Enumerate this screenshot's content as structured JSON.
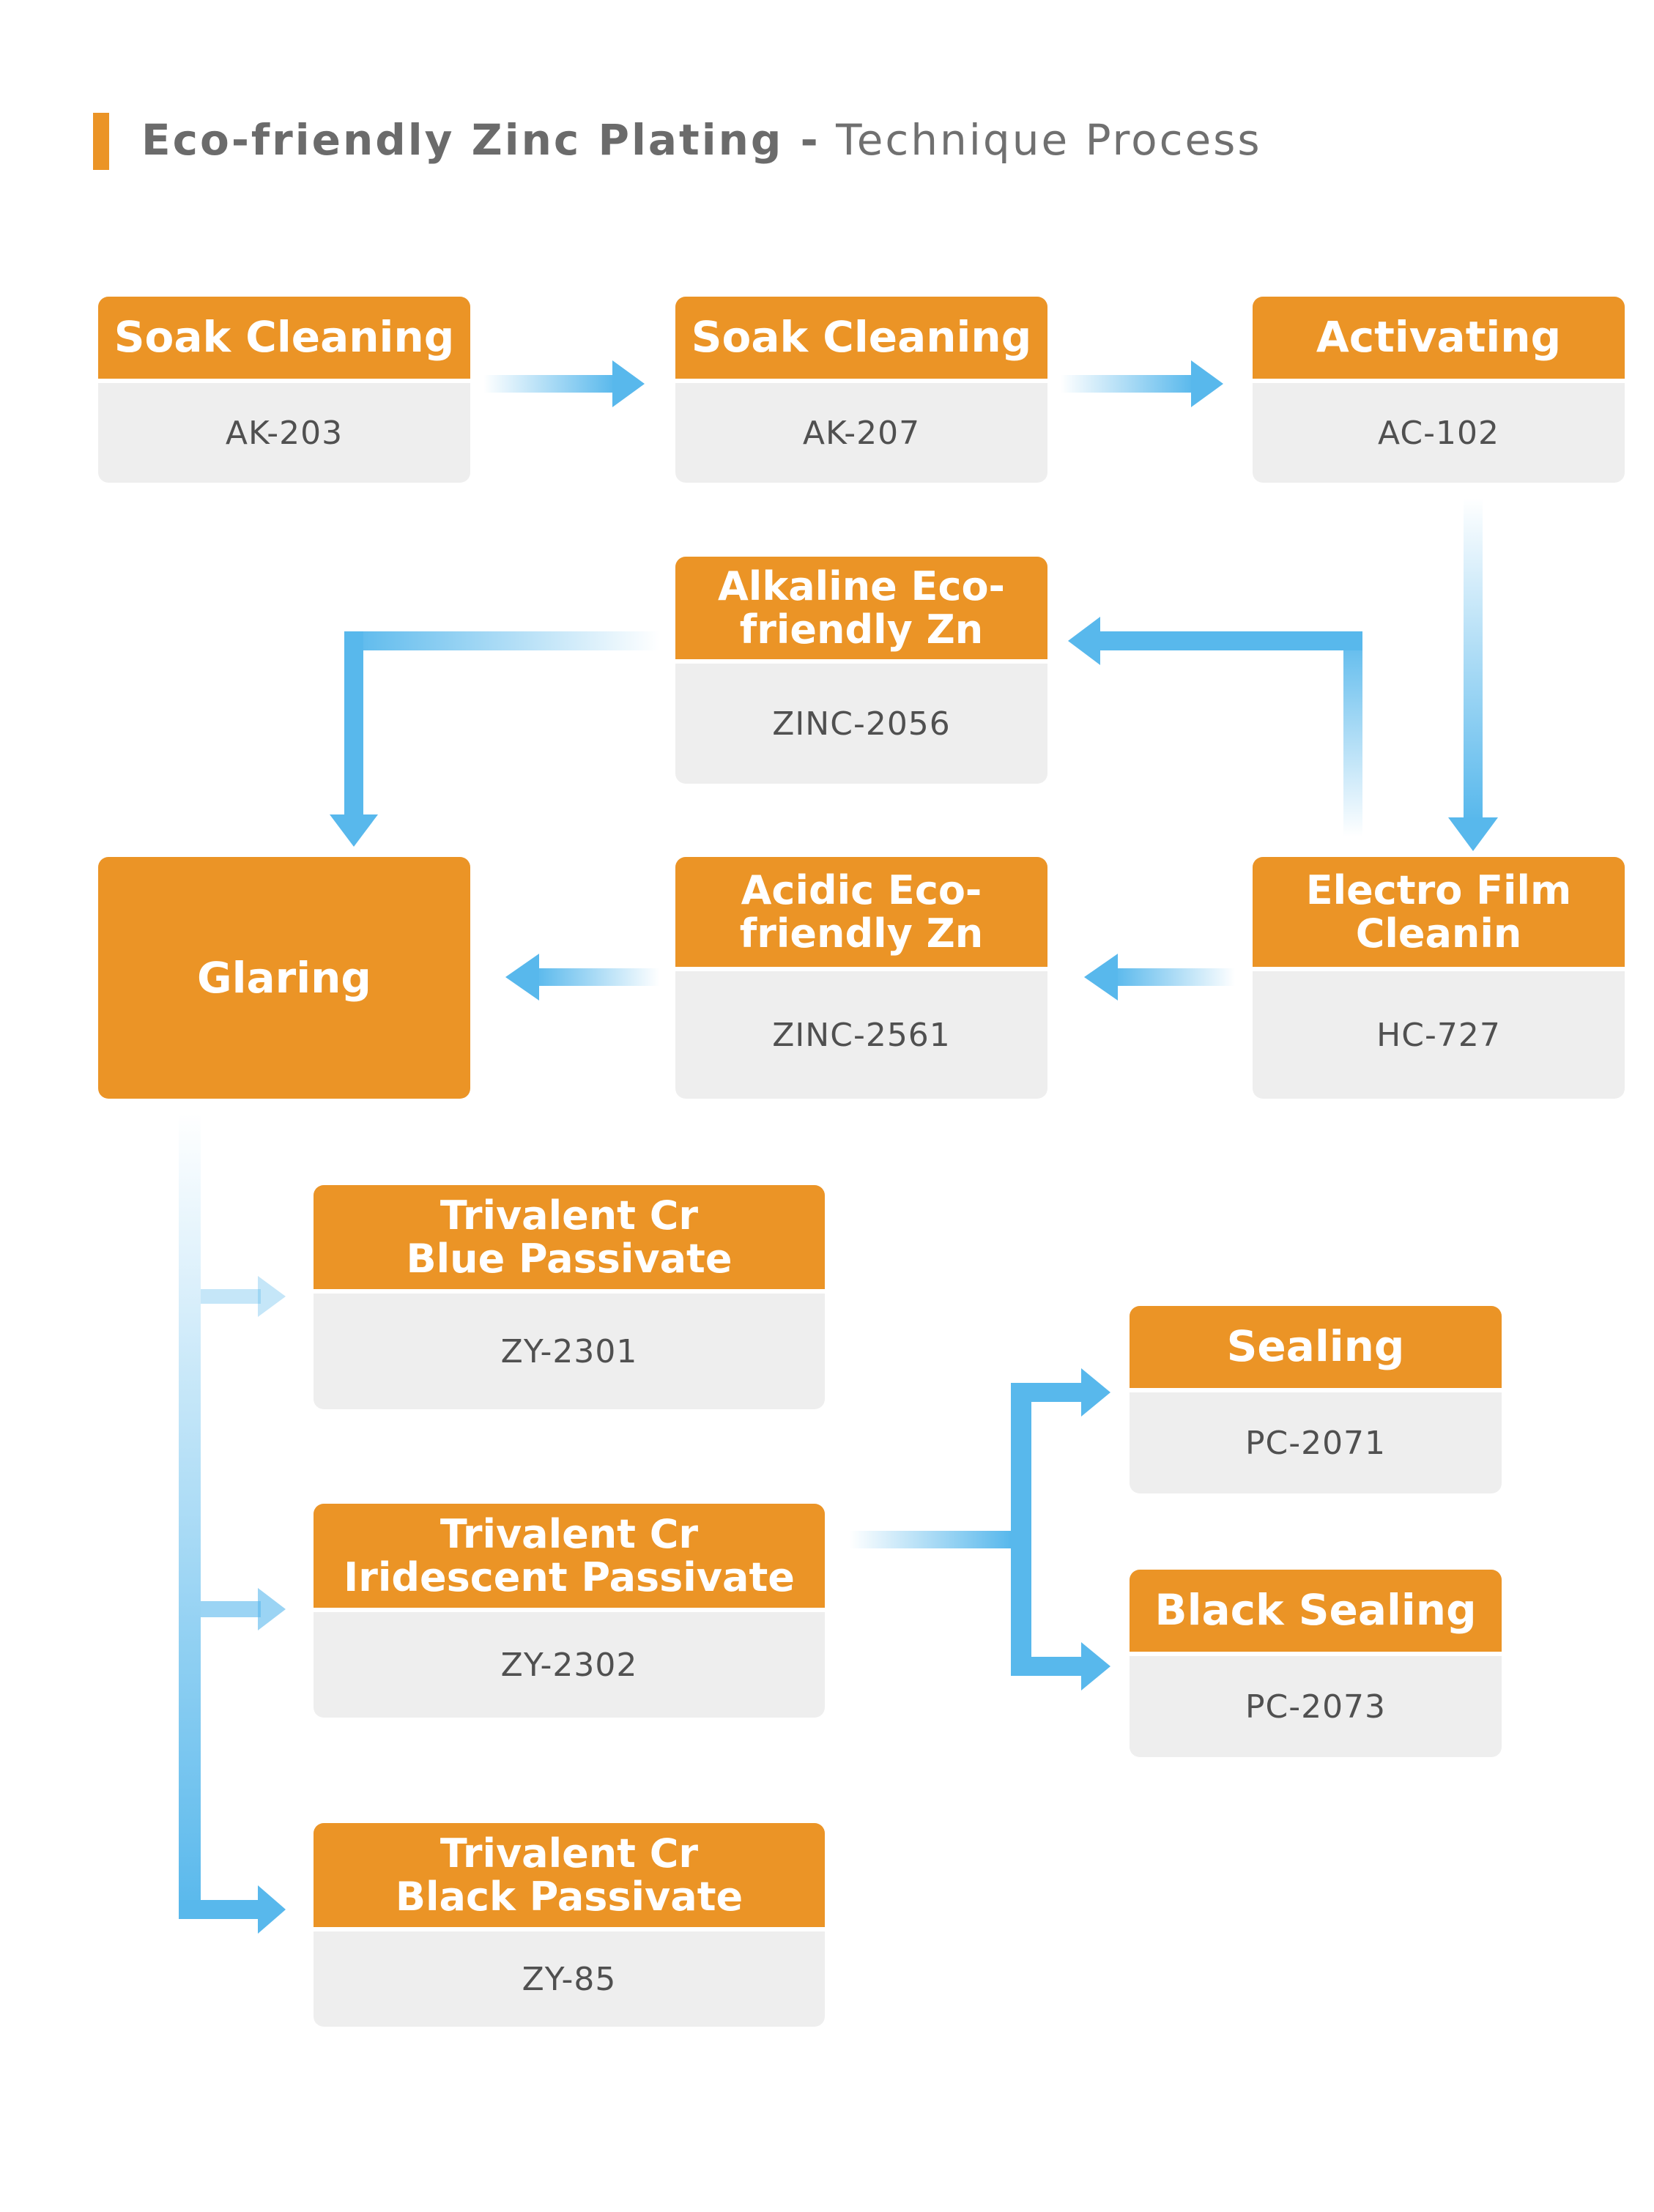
{
  "title": {
    "bold": "Eco-friendly Zinc Plating -",
    "light": "Technique Process"
  },
  "colors": {
    "accent": "#eb9426",
    "box_body": "#eeeeee",
    "arrow": "#58b8ec",
    "title_text": "#666666"
  },
  "steps": {
    "soak1": {
      "name": "Soak Cleaning",
      "code": "AK-203"
    },
    "soak2": {
      "name": "Soak Cleaning",
      "code": "AK-207"
    },
    "activating": {
      "name": "Activating",
      "code": "AC-102"
    },
    "alkaline": {
      "name": "Alkaline Eco-\nfriendly Zn",
      "code": "ZINC-2056"
    },
    "acidic": {
      "name": "Acidic Eco-\nfriendly Zn",
      "code": "ZINC-2561"
    },
    "electro": {
      "name": "Electro Film\nCleanin",
      "code": "HC-727"
    },
    "glaring": {
      "name": "Glaring"
    },
    "blue": {
      "name": "Trivalent Cr\nBlue Passivate",
      "code": "ZY-2301"
    },
    "iridescent": {
      "name": "Trivalent Cr\nIridescent Passivate",
      "code": "ZY-2302"
    },
    "black": {
      "name": "Trivalent Cr\nBlack Passivate",
      "code": "ZY-85"
    },
    "sealing": {
      "name": "Sealing",
      "code": "PC-2071"
    },
    "black_sealing": {
      "name": "Black Sealing",
      "code": "PC-2073"
    }
  }
}
